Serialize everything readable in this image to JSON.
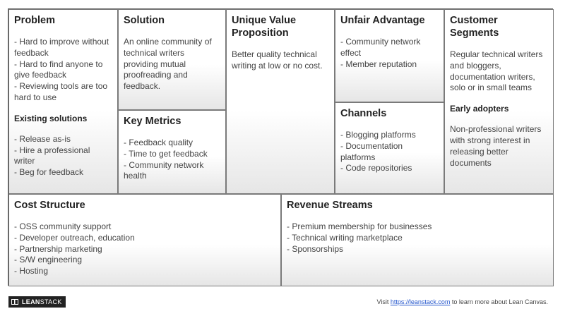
{
  "problem": {
    "title": "Problem",
    "items": [
      "- Hard to improve without feedback",
      "- Hard to find anyone to give feedback",
      "- Reviewing tools are too hard to use"
    ],
    "existing_title": "Existing solutions",
    "existing_items": [
      "- Release as-is",
      "- Hire a professional writer",
      "- Beg for feedback"
    ]
  },
  "solution": {
    "title": "Solution",
    "text": "An online community of technical writers providing mutual proofreading and feedback."
  },
  "key_metrics": {
    "title": "Key Metrics",
    "items": [
      "- Feedback quality",
      "- Time to get feedback",
      "- Community network health"
    ]
  },
  "uvp": {
    "title": "Unique Value Proposition",
    "text": "Better quality technical writing at low or no cost."
  },
  "unfair_advantage": {
    "title": "Unfair Advantage",
    "items": [
      "- Community network effect",
      "- Member reputation"
    ]
  },
  "channels": {
    "title": "Channels",
    "items": [
      "- Blogging platforms",
      "- Documentation platforms",
      "- Code repositories"
    ]
  },
  "customer_segments": {
    "title": "Customer Segments",
    "text": "Regular technical writers and bloggers, documentation writers, solo or in small teams",
    "early_title": "Early adopters",
    "early_text": "Non-professional writers with strong interest in releasing better documents"
  },
  "cost_structure": {
    "title": "Cost Structure",
    "items": [
      "- OSS community support",
      "- Developer outreach, education",
      "- Partnership marketing",
      "- S/W engineering",
      "- Hosting"
    ]
  },
  "revenue_streams": {
    "title": "Revenue Streams",
    "items": [
      "- Premium membership for businesses",
      "- Technical writing marketplace",
      "- Sponsorships"
    ]
  },
  "footer": {
    "logo_bold": "LEAN",
    "logo_light": "STACK",
    "note_prefix": "Visit ",
    "link_text": "https://leanstack.com",
    "note_suffix": " to learn more about Lean Canvas."
  }
}
